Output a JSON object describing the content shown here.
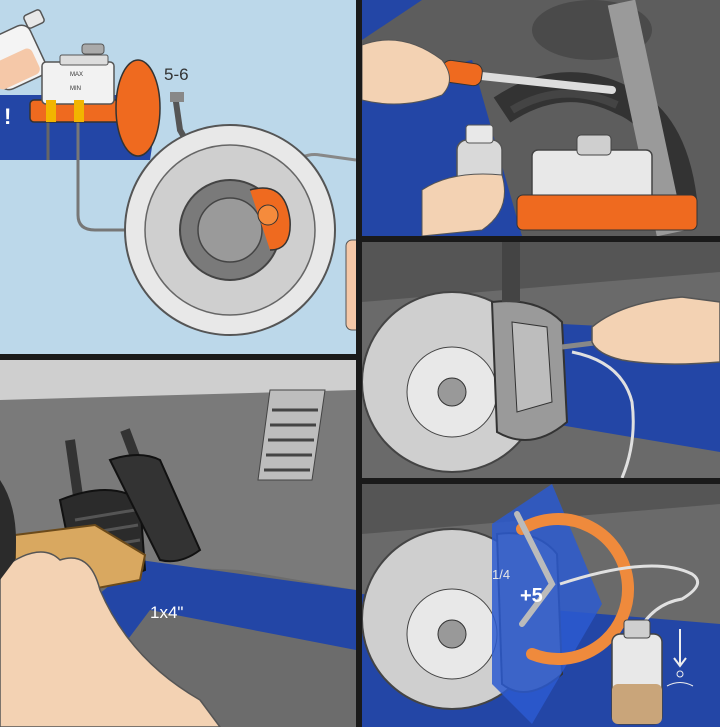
{
  "panels": {
    "master_cylinder": {
      "reservoir_max": "MAX",
      "reservoir_min": "MIN",
      "caution_mark": "!",
      "pump_count": "5-6"
    },
    "reservoir_fill": {},
    "pedal": {
      "block_size": "1x4\""
    },
    "bleeder_access": {},
    "bleeder_open": {
      "turn_amount": "1/4",
      "turn_count": "+5"
    }
  }
}
